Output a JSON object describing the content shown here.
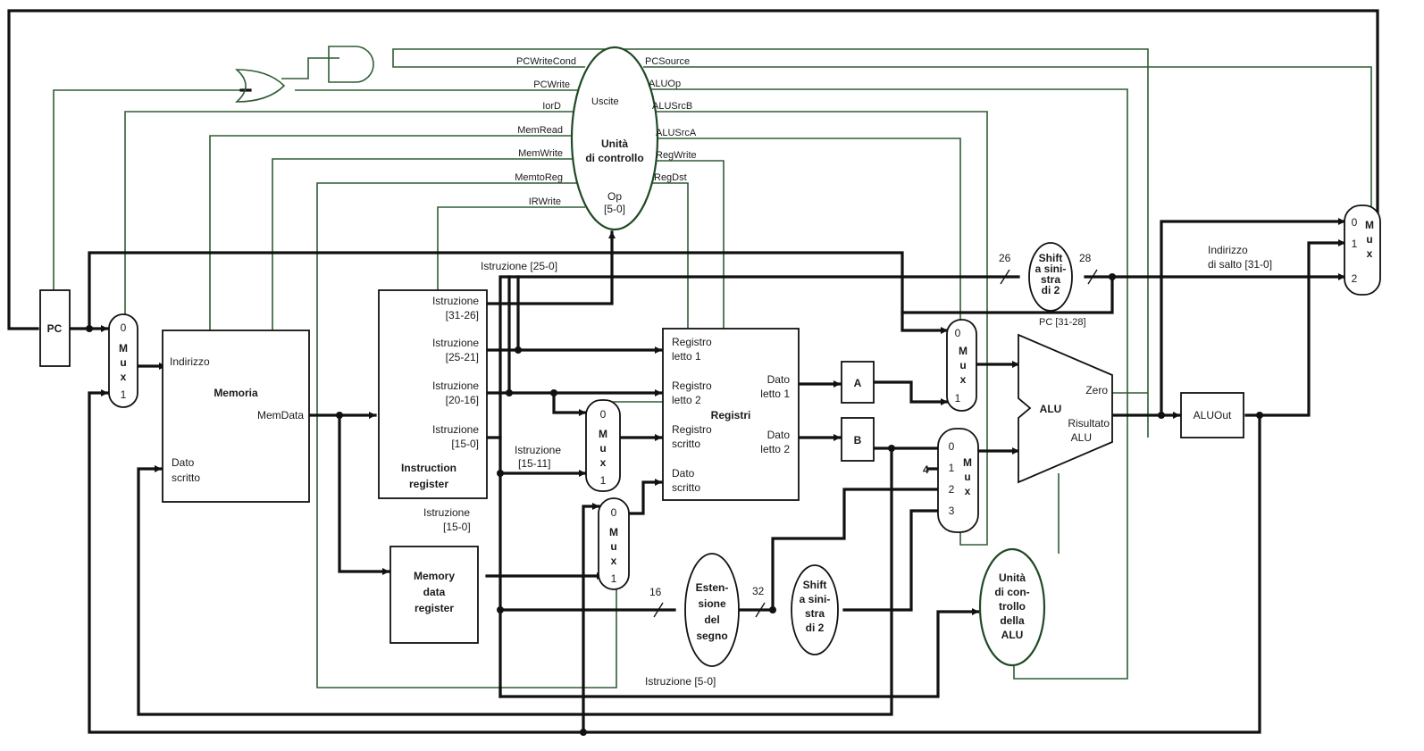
{
  "pc": "PC",
  "mux": {
    "m": "M",
    "u": "u",
    "x": "x"
  },
  "mux_inputs": {
    "zero": "0",
    "one": "1",
    "two": "2",
    "three": "3"
  },
  "memory": {
    "title": "Memoria",
    "address": "Indirizzo",
    "memdata": "MemData",
    "write_data_1": "Dato",
    "write_data_2": "scritto"
  },
  "ir": {
    "title_1": "Instruction",
    "title_2": "register",
    "f1a": "Istruzione",
    "f1b": "[31-26]",
    "f2a": "Istruzione",
    "f2b": "[25-21]",
    "f3a": "Istruzione",
    "f3b": "[20-16]",
    "f4a": "Istruzione",
    "f4b": "[15-0]"
  },
  "mdr": {
    "l1": "Memory",
    "l2": "data",
    "l3": "register"
  },
  "registers": {
    "title": "Registri",
    "r1a": "Registro",
    "r1b": "letto 1",
    "r2a": "Registro",
    "r2b": "letto 2",
    "wra": "Registro",
    "wrb": "scritto",
    "wda": "Dato",
    "wdb": "scritto",
    "d1a": "Dato",
    "d1b": "letto 1",
    "d2a": "Dato",
    "d2b": "letto 2"
  },
  "a_reg": "A",
  "b_reg": "B",
  "alu": {
    "title": "ALU",
    "zero": "Zero",
    "result_1": "Risultato",
    "result_2": "ALU"
  },
  "aluout": "ALUOut",
  "control": {
    "outputs": "Uscite",
    "t1": "Unità",
    "t2": "di controllo",
    "op1": "Op",
    "op2": "[5-0]"
  },
  "signals": {
    "pcwritecond": "PCWriteCond",
    "pcwrite": "PCWrite",
    "iord": "IorD",
    "memread": "MemRead",
    "memwrite": "MemWrite",
    "memtoreg": "MemtoReg",
    "irwrite": "IRWrite",
    "pcsource": "PCSource",
    "aluop": "ALUOp",
    "alusrcb": "ALUSrcB",
    "alusrca": "ALUSrcA",
    "regwrite": "RegWrite",
    "regdst": "RegDst"
  },
  "labels": {
    "istr_25_0": "Istruzione [25-0]",
    "istr_15_11a": "Istruzione",
    "istr_15_11b": "[15-11]",
    "istr_15_0a": "Istruzione",
    "istr_15_0b": "[15-0]",
    "istr_5_0": "Istruzione [5-0]",
    "n26": "26",
    "n28": "28",
    "n16": "16",
    "n32": "32",
    "four": "4",
    "pc_31_28": "PC [31-28]",
    "jump_1": "Indirizzo",
    "jump_2": "di salto [31-0]"
  },
  "shift_top": {
    "l1": "Shift",
    "l2": "a sini-",
    "l3": "stra",
    "l4": "di 2"
  },
  "shift_bottom": {
    "l1": "Shift",
    "l2": "a sini-",
    "l3": "stra",
    "l4": "di 2"
  },
  "sign_ext": {
    "l1": "Esten-",
    "l2": "sione",
    "l3": "del",
    "l4": "segno"
  },
  "alu_ctrl": {
    "l1": "Unità",
    "l2": "di con-",
    "l3": "trollo",
    "l4": "della",
    "l5": "ALU"
  }
}
